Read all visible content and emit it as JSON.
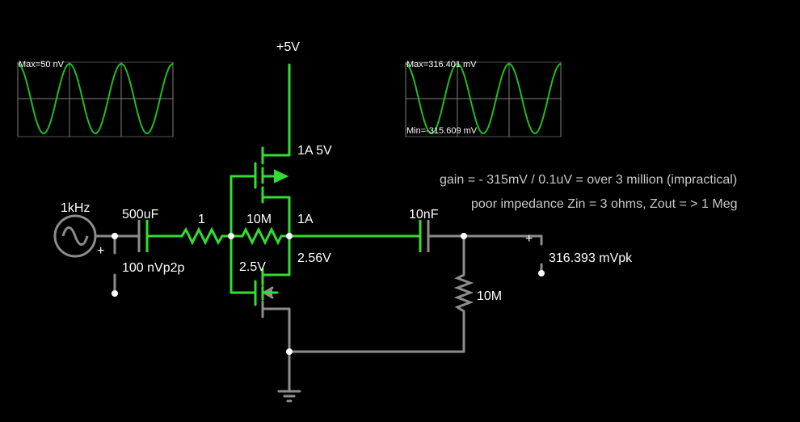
{
  "colors": {
    "background": "#000000",
    "active_wire": "#33dd33",
    "inactive_wire": "#8c8c8c",
    "dot": "#ffffff",
    "scope_grid": "#808080",
    "scope_trace": "#22bb22",
    "text": "#ffffff",
    "note_text": "#c8c8c8"
  },
  "components": {
    "supply": "+5V",
    "source_freq": "1kHz",
    "source_amplitude": "100 nVp2p",
    "input_cap": "500uF",
    "series_resistor": "1",
    "feedback_resistor": "10M",
    "feedback_current": "1A",
    "pmos_label": "1A 5V",
    "nmos_gate_voltage": "2.5V",
    "drain_voltage": "2.56V",
    "output_cap": "10nF",
    "load_resistor": "10M",
    "output_reading": "316.393 mVpk",
    "plus_sign": "+"
  },
  "scopes": {
    "input": {
      "max_label": "Max=50 nV",
      "cycles": 3
    },
    "output": {
      "max_label": "Max=316.401 mV",
      "min_label": "Min=-315.609 mV",
      "cycles": 3
    }
  },
  "notes": {
    "gain": "gain = - 315mV / 0.1uV = over 3  million (impractical)",
    "impedance": "poor impedance Zin = 3 ohms, Zout = > 1 Meg"
  }
}
